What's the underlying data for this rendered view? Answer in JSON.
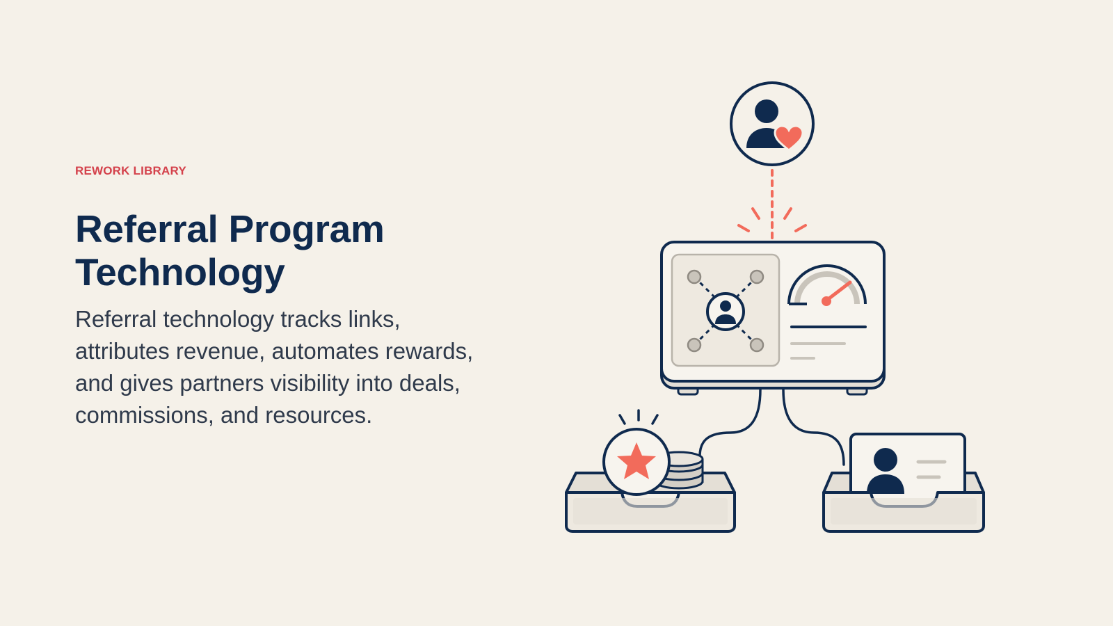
{
  "eyebrow": "REWORK LIBRARY",
  "title_lines": [
    "Referral Program",
    "Technology"
  ],
  "description": "Referral technology tracks links, attributes revenue, automates rewards, and gives partners visibility into deals, commissions, and resources.",
  "colors": {
    "background": "#f5f1e9",
    "navy": "#0f2a4e",
    "accent_red": "#d4414b",
    "coral": "#f26b5b",
    "gray": "#c9c4bb"
  },
  "icons": {
    "top_node": "user-heart-icon",
    "dashboard": "network-dashboard-icon",
    "left_tray": "reward-star-coins-icon",
    "right_tray": "partner-card-icon"
  }
}
